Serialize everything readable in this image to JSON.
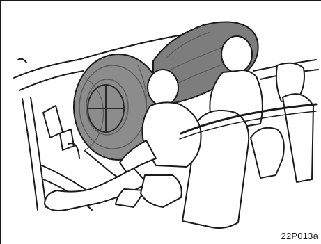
{
  "figure": {
    "code": "22P013a",
    "colors": {
      "line": "#1a1a1a",
      "airbag_front": "#8c8c8c",
      "airbag_front_dark": "#6e6e6e",
      "airbag_side": "#7d7d7d",
      "occupant_fill": "#ffffff",
      "background": "#ffffff"
    },
    "elements": [
      "driver-airbag",
      "curtain-airbag",
      "driver-figure",
      "rear-passenger-figure",
      "steering-wheel",
      "dashboard",
      "seats"
    ]
  }
}
